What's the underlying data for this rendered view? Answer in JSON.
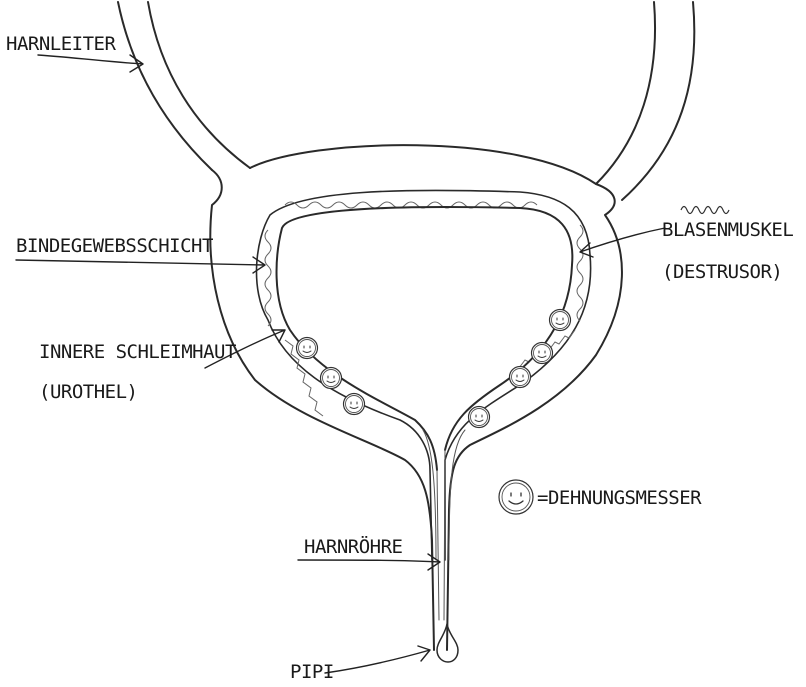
{
  "labels": {
    "ureter": "HARNLEITER",
    "connective": "BINDEGEWEBSSCHICHT",
    "urothelium_line1": "INNERE SCHLEIMHAUT",
    "urothelium_line2": "(UROTHEL)",
    "muscle_line1": "BLASENMUSKEL",
    "muscle_line2": "(DESTRUSOR)",
    "urethra": "HARNRÖHRE",
    "urine": "PIPI"
  },
  "legend": {
    "symbol_name": "smiley-sensor-icon",
    "text": "=DEHNUNGSMESSER"
  },
  "icons": {
    "muscle_legend": "squiggle-icon",
    "droplet": "droplet-icon"
  },
  "colors": {
    "ink": "#2a2a2a",
    "background": "#ffffff"
  }
}
